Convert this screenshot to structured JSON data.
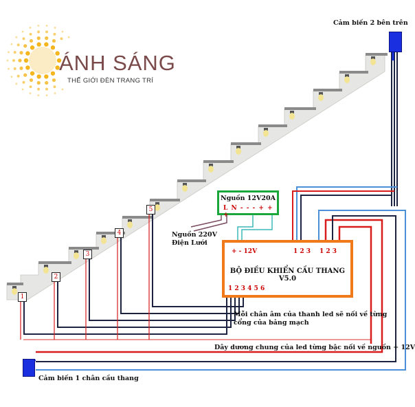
{
  "logo": {
    "name": "ÁNH SÁNG",
    "tagline": "THẾ GIỚI ĐÈN TRANG TRÍ"
  },
  "power_supply": {
    "title": "Nguồn 12V20A",
    "terminals": "L N  - - - + + +",
    "input_label_line1": "Nguồn 220V",
    "input_label_line2": "Điện Lưới"
  },
  "controller": {
    "title": "BỘ ĐIỀU KHIỂN CẦU THANG V5.0",
    "power_input": "+  -  12V",
    "sensor_port_a": "1 2 3",
    "sensor_port_b": "1 2 3",
    "led_outputs": "1 2 3 4 5 6"
  },
  "sensors": {
    "top": "Cảm biến 2 bên trên",
    "bottom": "Cảm biến 1 chân cầu thang"
  },
  "step_numbers": [
    "1",
    "2",
    "3",
    "4",
    "5"
  ],
  "notes": {
    "negative_wires_line1": "Mỗi chân âm của thanh led sẽ nối về từng",
    "negative_wires_line2": "cổng của bảng mạch",
    "positive_common": "Dây dương chung của led từng bậc nối về nguồn + 12V"
  },
  "colors": {
    "psu_border": "#19a63a",
    "controller_border": "#f07a1a",
    "sensor": "#1a2fe0",
    "positive_wire": "#d81c1c",
    "negative_wire": "#1b2340",
    "signal_wire": "#4a90d9",
    "neutral_wire": "#7a4a60",
    "feed_wire": "#3cb8b8",
    "logo_sun": "#f5b51c"
  }
}
